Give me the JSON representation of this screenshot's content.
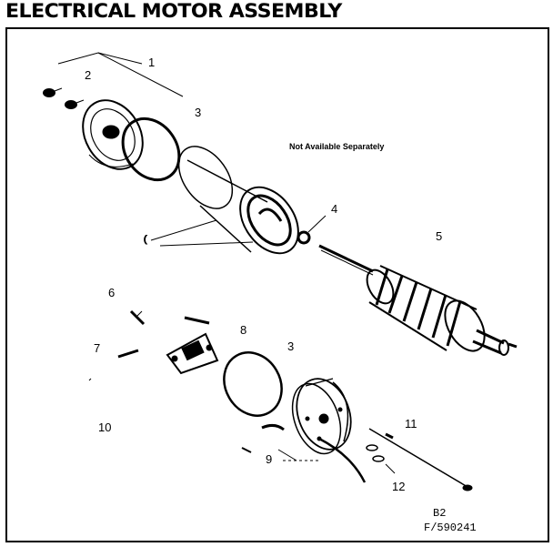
{
  "diagram": {
    "title": "ELECTRICAL MOTOR ASSEMBLY",
    "note": "Not Available Separately",
    "callouts": [
      "1",
      "2",
      "3",
      "3",
      "4",
      "5",
      "6",
      "7",
      "8",
      "9",
      "10",
      "11",
      "12"
    ],
    "footer_line1": "B2",
    "footer_line2": "F/590241"
  }
}
